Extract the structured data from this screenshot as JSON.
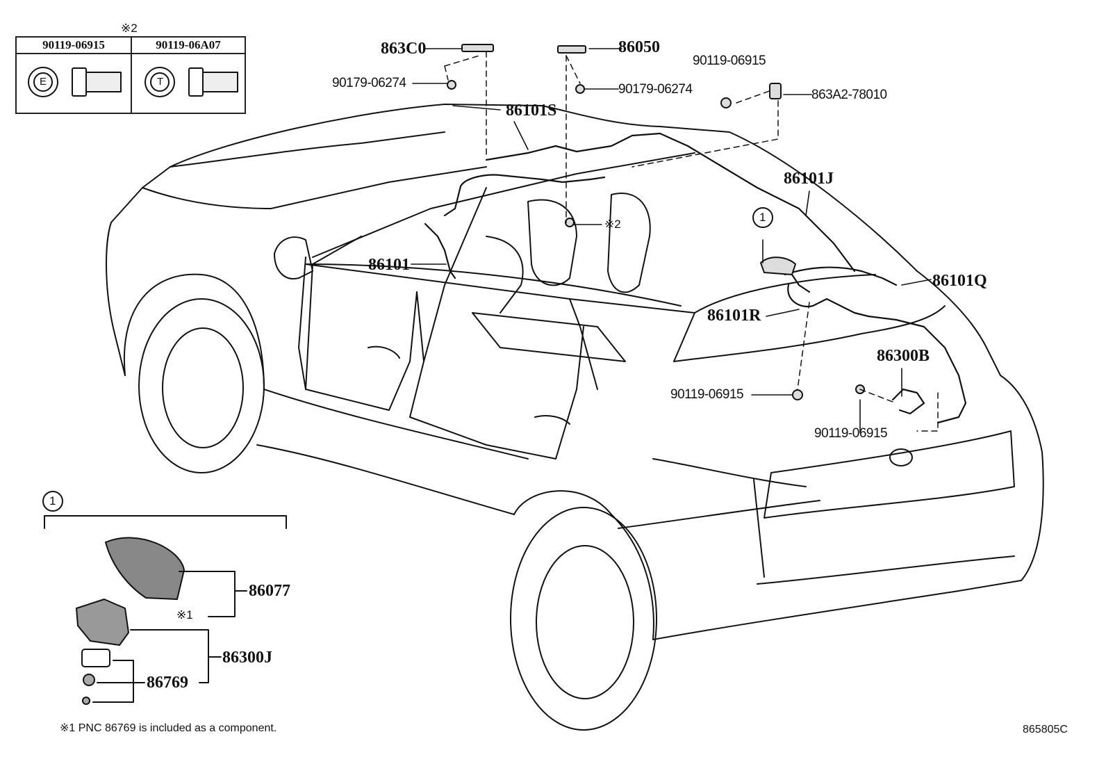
{
  "fastener_table": {
    "marker": "※2",
    "columns": [
      {
        "part": "90119-06915",
        "head_mark": "E"
      },
      {
        "part": "90119-06A07",
        "head_mark": "T"
      }
    ]
  },
  "callouts": {
    "c_863C0": "863C0",
    "c_86050": "86050",
    "c_90179_a": "90179-06274",
    "c_90179_b": "90179-06274",
    "c_90119_top": "90119-06915",
    "c_863A2": "863A2-78010",
    "c_86101S": "86101S",
    "c_86101J": "86101J",
    "c_86101": "86101",
    "c_note2": "※2",
    "c_86101Q": "86101Q",
    "c_86101R": "86101R",
    "c_86300B": "86300B",
    "c_90119_mid": "90119-06915",
    "c_90119_low": "90119-06915",
    "circle1_vehicle": "1"
  },
  "subassembly": {
    "circle": "1",
    "p86077": "86077",
    "note1": "※1",
    "p86300J": "86300J",
    "p86769": "86769"
  },
  "footnote": "※1 PNC 86769 is included as a component.",
  "diagram_code": "865805C"
}
